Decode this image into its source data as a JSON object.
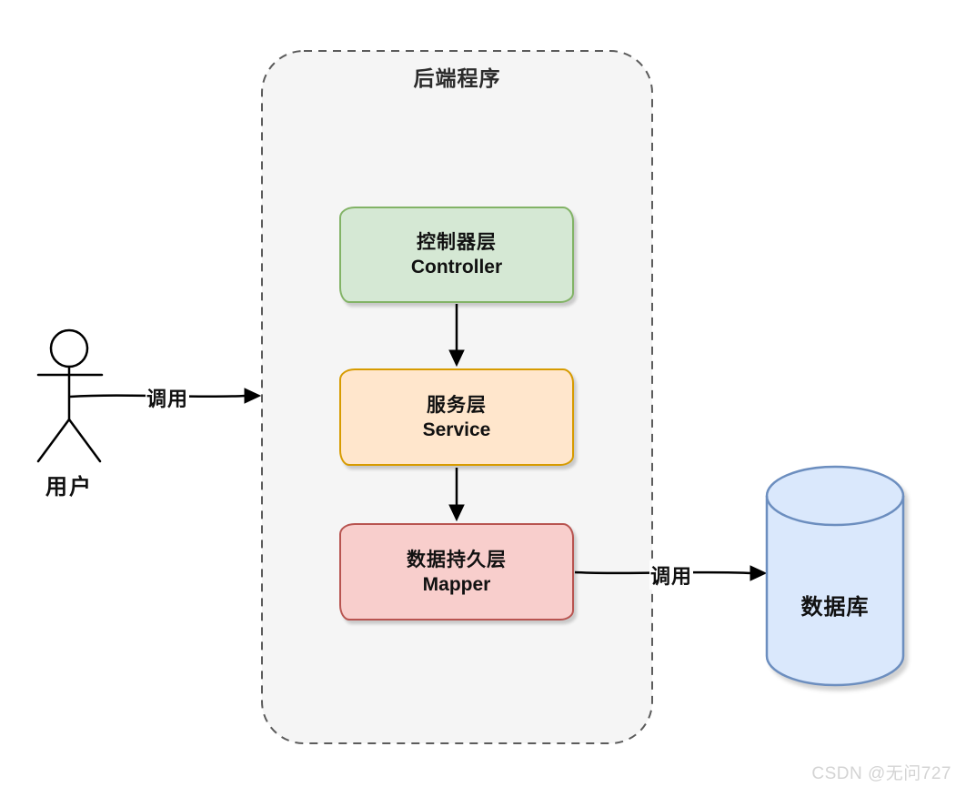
{
  "diagram": {
    "container": {
      "title": "后端程序",
      "fill": "#f5f5f5",
      "stroke": "#5c5c5c"
    },
    "actor": {
      "label": "用户"
    },
    "nodes": {
      "controller": {
        "title": "控制器层",
        "subtitle": "Controller",
        "fill": "#d5e8d4",
        "stroke": "#82b366"
      },
      "service": {
        "title": "服务层",
        "subtitle": "Service",
        "fill": "#ffe6cc",
        "stroke": "#d79b00"
      },
      "mapper": {
        "title": "数据持久层",
        "subtitle": "Mapper",
        "fill": "#f8cecc",
        "stroke": "#b85450"
      }
    },
    "database": {
      "label": "数据库",
      "fill": "#dae8fc",
      "stroke": "#6c8ebf"
    },
    "edges": {
      "user_call": {
        "label": "调用"
      },
      "db_call": {
        "label": "调用"
      }
    }
  },
  "watermark": {
    "text": "CSDN @无问727",
    "color": "#d4d4d4"
  }
}
